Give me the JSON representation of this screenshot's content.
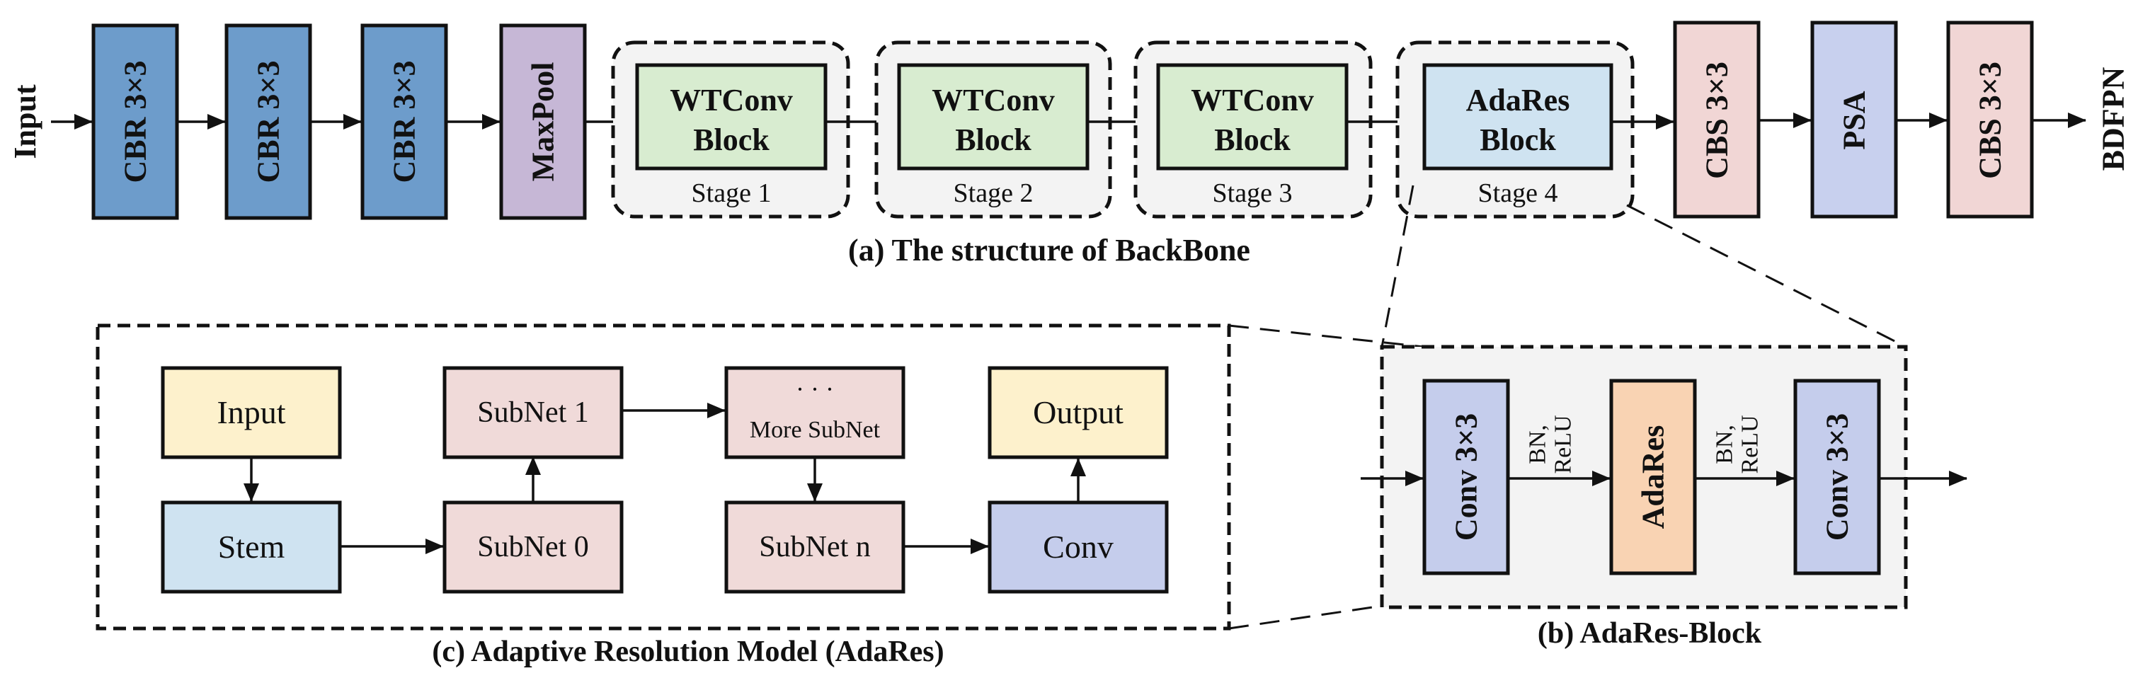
{
  "backbone": {
    "input_label": "Input",
    "output_label": "BDFPN",
    "cbr1": "CBR 3×3",
    "cbr2": "CBR 3×3",
    "cbr3": "CBR 3×3",
    "maxpool": "MaxPool",
    "stages": [
      {
        "line1": "WTConv",
        "line2": "Block",
        "label": "Stage 1"
      },
      {
        "line1": "WTConv",
        "line2": "Block",
        "label": "Stage 2"
      },
      {
        "line1": "WTConv",
        "line2": "Block",
        "label": "Stage 3"
      },
      {
        "line1": "AdaRes",
        "line2": "Block",
        "label": "Stage 4"
      }
    ],
    "cbs1": "CBS 3×3",
    "psa": "PSA",
    "cbs2": "CBS 3×3",
    "caption": "(a) The structure of BackBone"
  },
  "adares_model": {
    "input": "Input",
    "stem": "Stem",
    "subnet1": "SubNet 1",
    "subnet0": "SubNet 0",
    "more_dots": "· · ·",
    "more_label": "More SubNet",
    "subnetn": "SubNet n",
    "output": "Output",
    "conv": "Conv",
    "caption": "(c) Adaptive Resolution Model (AdaRes)"
  },
  "adares_block": {
    "conv1": "Conv 3×3",
    "bn1": "BN,",
    "relu1": "ReLU",
    "adares": "AdaRes",
    "bn2": "BN,",
    "relu2": "ReLU",
    "conv2": "Conv 3×3",
    "caption": "(b) AdaRes-Block"
  },
  "colors": {
    "cbr_blue": "#6d9ccb",
    "maxpool_purple": "#c6b7d6",
    "wtconv_green": "#d8ecd0",
    "adares_light_blue": "#cfe3f1",
    "cbs_pink": "#f1d6d5",
    "psa_lavender": "#c8d0ee",
    "input_yellow": "#fdf1cc",
    "subnet_pink": "#f0dad9",
    "conv_blue": "#c5cdec",
    "adares_orange": "#f9d3b3",
    "stage_bg": "#f3f3f3"
  }
}
